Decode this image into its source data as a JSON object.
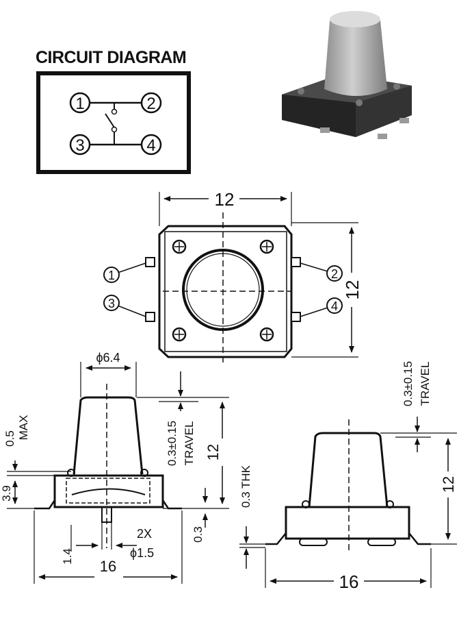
{
  "circuit": {
    "title": "CIRCUIT DIAGRAM",
    "pins": [
      "1",
      "2",
      "3",
      "4"
    ]
  },
  "top_view": {
    "width_label": "12",
    "height_label": "12",
    "pins": [
      "1",
      "2",
      "3",
      "4"
    ]
  },
  "side_view": {
    "plunger_dia": "ϕ6.4",
    "max_label_value": "0.5",
    "max_label": "MAX",
    "base_height": "3.9",
    "travel_value": "0.3±0.15",
    "travel_label": "TRAVEL",
    "total_height": "12",
    "leg_offset": "1.4",
    "post_count": "2X",
    "post_dia": "ϕ1.5",
    "standoff": "0.3",
    "width": "16"
  },
  "front_view": {
    "thickness": "0.3 THK",
    "travel_value": "0.3±0.15",
    "travel_label": "TRAVEL",
    "total_height": "12",
    "width": "16"
  },
  "colors": {
    "ink": "#111111",
    "body": "#3a3a3a",
    "cap": "#b8b8b8"
  }
}
